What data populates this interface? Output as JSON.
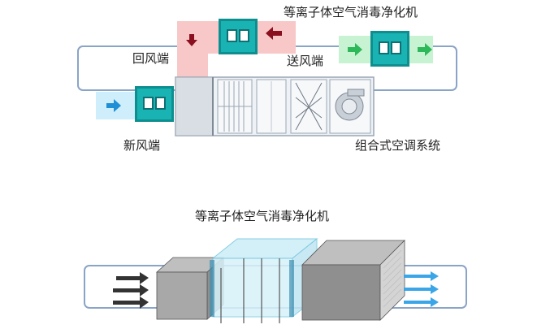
{
  "diagram_top": {
    "labels": {
      "purifier_top": "等离子体空气消毒净化机",
      "return_air": "回风端",
      "supply_air": "送风端",
      "fresh_air": "新风端",
      "ahu_system": "组合式空调系统"
    },
    "icons": {
      "purifier": "purifier-unit-icon",
      "fan": "centrifugal-fan-icon",
      "filter": "filter-section-icon",
      "arrow_down": "arrow-down-icon",
      "arrow_left": "arrow-left-icon",
      "arrow_right": "arrow-right-icon"
    }
  },
  "diagram_bottom": {
    "labels": {
      "purifier_title": "等离子体空气消毒净化机"
    },
    "icons": {
      "intake_arrows": "intake-arrows-icon",
      "outlet_arrows": "outlet-arrows-icon",
      "purifier_module": "transparent-purifier-module-icon"
    }
  },
  "colors": {
    "unit_teal": "#19b3b3",
    "unit_teal_dark": "#0f8e8f",
    "return_zone_pink": "#f8c8c8",
    "supply_zone_green": "#c8f3d2",
    "fresh_zone_blue": "#cdeefa",
    "arrow_dark_red": "#8a1020",
    "arrow_green": "#2db85a",
    "arrow_blue": "#1f8fd6",
    "outlet_arrow_blue": "#3aa6e8",
    "duct_outline": "#8aa4c8"
  }
}
